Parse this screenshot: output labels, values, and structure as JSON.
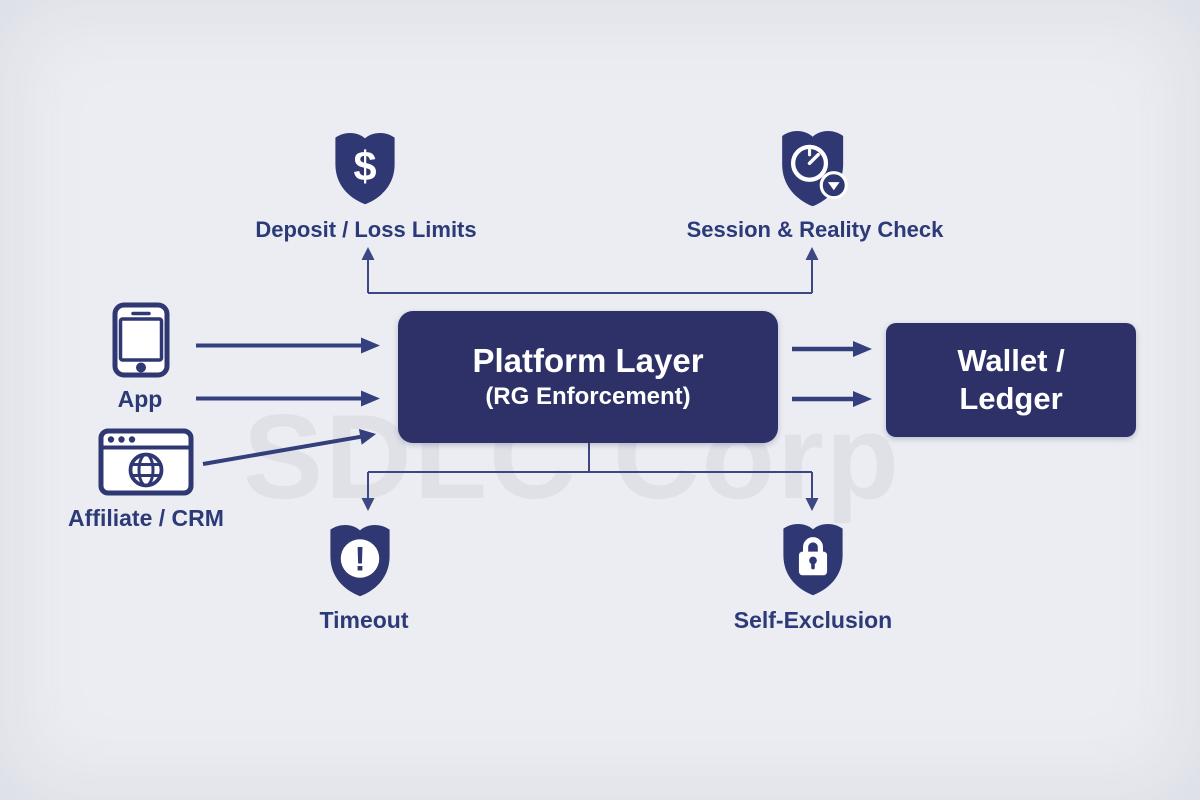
{
  "watermark": {
    "text": "SDLC Corp"
  },
  "colors": {
    "background": "#ebedf2",
    "node_fill": "#2d3168",
    "icon_navy": "#2f3873",
    "arrow": "#33407d",
    "connector": "#3c4784",
    "label_text": "#2c3a78",
    "node_text": "#ffffff",
    "watermark": "#dfe1e7"
  },
  "sources": {
    "app": {
      "label": "App",
      "icon": "smartphone-icon"
    },
    "affiliate": {
      "label": "Affiliate / CRM",
      "icon": "browser-globe-icon"
    }
  },
  "platform": {
    "title": "Platform Layer",
    "subtitle": "(RG Enforcement)"
  },
  "wallet": {
    "line1": "Wallet /",
    "line2": "Ledger"
  },
  "controls": {
    "deposit": {
      "label": "Deposit / Loss Limits",
      "icon": "shield-dollar-icon"
    },
    "session": {
      "label": "Session & Reality Check",
      "icon": "shield-clock-icon"
    },
    "timeout": {
      "label": "Timeout",
      "icon": "shield-exclamation-icon"
    },
    "self_exclusion": {
      "label": "Self-Exclusion",
      "icon": "shield-lock-icon"
    }
  }
}
